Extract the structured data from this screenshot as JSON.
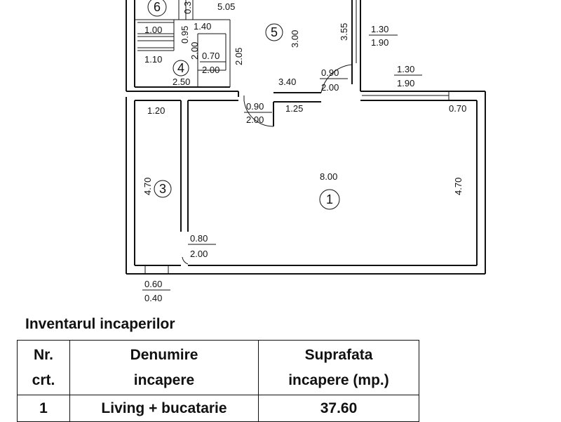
{
  "floor_plan": {
    "room_numbers": [
      "6",
      "5",
      "4",
      "3",
      "1"
    ],
    "dimensions": {
      "d_5_05": "5.05",
      "d_0_3": "0.3",
      "d_1_00": "1.00",
      "d_0_95": "0.95",
      "d_1_40": "1.40",
      "d_3_55": "3.55",
      "d_1_30_top": "1.30",
      "d_1_90_top": "1.90",
      "d_3_00": "3.00",
      "d_2_00_stair": "2.00",
      "d_0_70_room4": "0.70",
      "d_2_00_room4": "2.00",
      "d_2_05": "2.05",
      "d_1_10": "1.10",
      "d_0_90_door1": "0.90",
      "d_2_00_door1": "2.00",
      "d_1_30_win": "1.30",
      "d_1_90_win": "1.90",
      "d_2_50": "2.50",
      "d_3_40": "3.40",
      "d_0_90_door2": "0.90",
      "d_2_00_door2": "2.00",
      "d_1_25": "1.25",
      "d_0_70_right": "0.70",
      "d_1_20": "1.20",
      "d_8_00": "8.00",
      "d_4_70_left": "4.70",
      "d_4_70_right": "4.70",
      "d_0_80": "0.80",
      "d_2_00_bottom": "2.00",
      "d_0_60": "0.60",
      "d_0_40": "0.40"
    }
  },
  "inventory": {
    "title": "Inventarul incaperilor",
    "headers": {
      "nr_line1": "Nr.",
      "nr_line2": "crt.",
      "name_line1": "Denumire",
      "name_line2": "incapere",
      "area_line1": "Suprafata",
      "area_line2": "incapere (mp.)"
    },
    "rows": [
      {
        "nr": "1",
        "name": "Living + bucatarie",
        "area": "37.60"
      }
    ]
  }
}
